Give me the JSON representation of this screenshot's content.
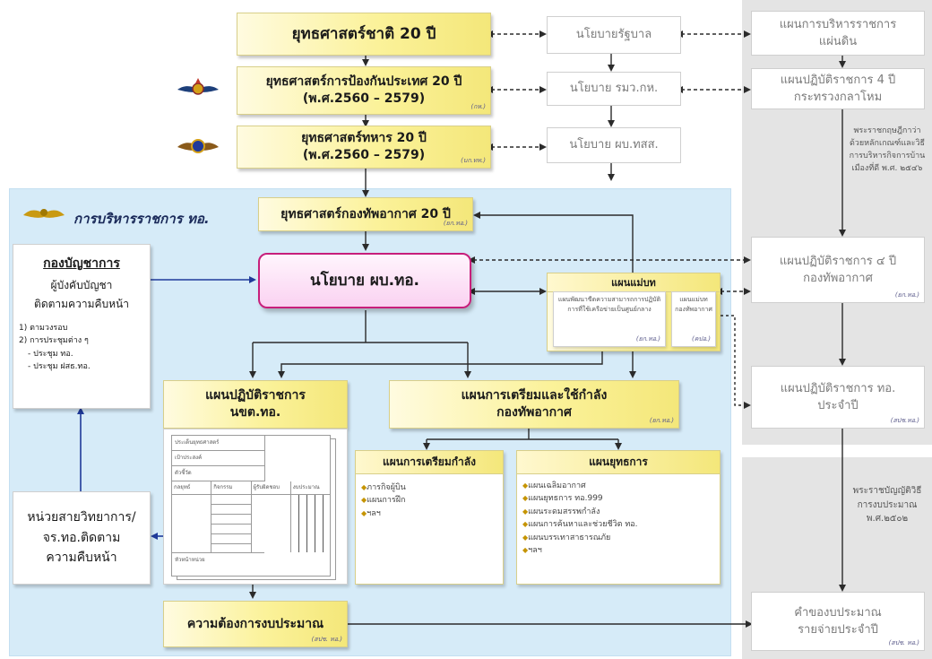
{
  "top_chain": {
    "national": "ยุทธศาสตร์ชาติ 20 ปี",
    "defense_line1": "ยุทธศาสตร์การป้องกันประเทศ 20 ปี",
    "defense_line2": "(พ.ศ.2560 – 2579)",
    "defense_tag": "(กห.)",
    "military_line1": "ยุทธศาสตร์ทหาร 20 ปี",
    "military_line2": "(พ.ศ.2560 – 2579)",
    "military_tag": "(บก.ทท.)"
  },
  "policies": {
    "gov": "นโยบายรัฐบาล",
    "mod_minister": "นโยบาย รมว.กห.",
    "supreme_cmdr": "นโยบาย ผบ.ทสส."
  },
  "right_column": {
    "land_admin_line1": "แผนการบริหารราชการ",
    "land_admin_line2": "แผ่นดิน",
    "mod_4yr_line1": "แผนปฏิบัติราชการ 4 ปี",
    "mod_4yr_line2": "กระทรวงกลาโหม",
    "decree_note": "พระราชกฤษฎีกาว่าด้วยหลักเกณฑ์และวิธีการบริหารกิจการบ้านเมืองที่ดี พ.ศ. ๒๕๔๖",
    "af_4yr_line1": "แผนปฏิบัติราชการ ๔ ปี",
    "af_4yr_line2": "กองทัพอากาศ",
    "af_4yr_tag": "(ยก.ทอ.)",
    "af_annual_line1": "แผนปฏิบัติราชการ ทอ.",
    "af_annual_line2": "ประจำปี",
    "af_annual_tag": "(สปช.ทอ.)",
    "budget_act_note": "พระราชบัญญัติวิธีการงบประมาณ พ.ศ.๒๕๐๒",
    "budget_req_line1": "คำของบประมาณ",
    "budget_req_line2": "รายจ่ายประจำปี",
    "budget_req_tag": "(สปช. ทอ.)"
  },
  "af_area": {
    "title": "การบริหารราชการ ทอ.",
    "af_strategy": "ยุทธศาสตร์กองทัพอากาศ 20 ปี",
    "af_strategy_tag": "(ยก.ทอ.)",
    "cmdr_policy": "นโยบาย ผบ.ทอ.",
    "master_plan": "แผนแม่บท",
    "master_sub1": "แผนพัฒนาขีดความสามารถการปฏิบัติการที่ใช้เครือข่ายเป็นศูนย์กลาง",
    "master_sub1_tag": "(ยก.ทอ.)",
    "master_sub2": "แผนแม่บท กองทัพอากาศ",
    "master_sub2_tag": "(คปอ.)",
    "hq_title": "กองบัญชาการ",
    "hq_sub1": "ผู้บังคับบัญชา",
    "hq_sub2": "ติดตามความคืบหน้า",
    "hq_item1": "1) ตามวงรอบ",
    "hq_item2": "2) การประชุมต่าง ๆ",
    "hq_item3": "- ประชุม ทอ.",
    "hq_item4": "- ประชุม ฝสธ.ทอ.",
    "unit_line1": "หน่วยสายวิทยาการ/",
    "unit_line2": "จร.ทอ.ติดตาม",
    "unit_line3": "ความคืบหน้า",
    "ops_plan_line1": "แผนปฏิบัติราชการ",
    "ops_plan_line2": "นขต.ทอ.",
    "form_rows": [
      "ประเด็นยุทธศาสตร์",
      "เป้าประสงค์",
      "ตัวชี้วัด"
    ],
    "form_cols": [
      "กลยุทธ์",
      "กิจกรรม",
      "ผู้รับผิดชอบ",
      "งบประมาณ"
    ],
    "form_footer": "หัวหน้าหน่วย",
    "prep_use_line1": "แผนการเตรียมและใช้กำลัง",
    "prep_use_line2": "กองทัพอากาศ",
    "prep_use_tag": "(ยก.ทอ.)",
    "force_prep": "แผนการเตรียมกำลัง",
    "force_prep_items": [
      "ภารกิจผู้บิน",
      "แผนการฝึก",
      "ฯลฯ"
    ],
    "operations": "แผนยุทธการ",
    "operations_items": [
      "แผนเฉลิมอากาศ",
      "แผนยุทธการ ทอ.999",
      "แผนระดมสรรพกำลัง",
      "แผนการค้นหาและช่วยชีวิต ทอ.",
      "แผนบรรเทาสาธารณภัย",
      "ฯลฯ"
    ],
    "budget_need": "ความต้องการงบประมาณ",
    "budget_need_tag": "(สปช. ทอ.)"
  },
  "colors": {
    "flow_arrow": "#2b2b2b",
    "feedback_arrow": "#1f3a9a",
    "policy_border": "#c71f7b",
    "af_area_bg": "#d6ebf8",
    "right_column_bg": "#e4e4e4"
  }
}
